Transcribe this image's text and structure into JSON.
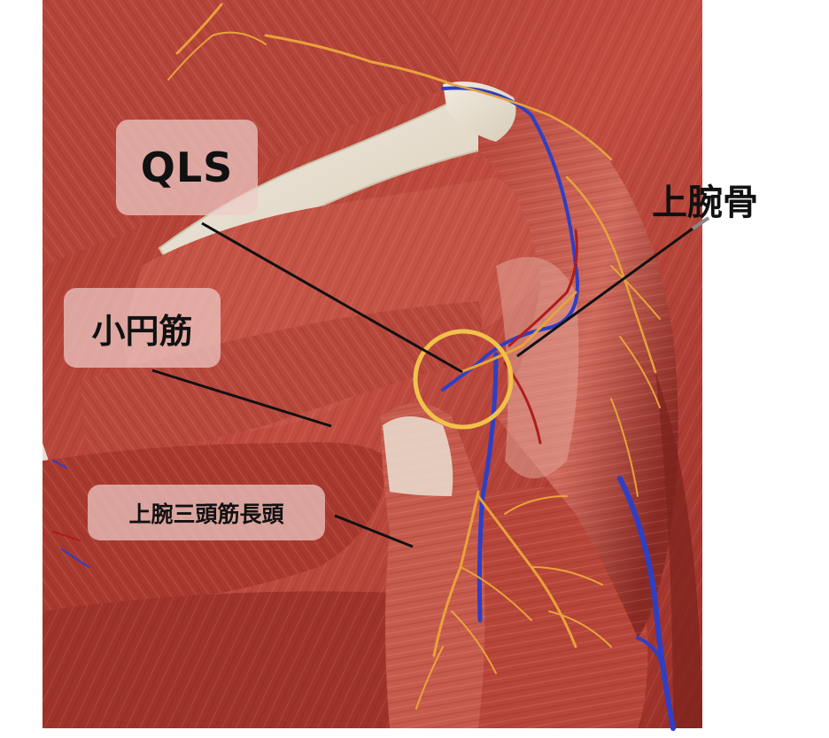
{
  "labels": {
    "qls": "QLS",
    "teres_minor": "小円筋",
    "triceps_long_head": "上腕三頭筋長頭",
    "humerus": "上腕骨"
  },
  "colors": {
    "muscle_dark": "#8e2a25",
    "muscle_mid": "#b8443b",
    "muscle_light": "#d9786b",
    "bone": "#e8e0d2",
    "nerve": "#e8a23a",
    "vein": "#2f3fc4",
    "artery": "#b01c1c",
    "highlight_circle": "#f0c24a",
    "label_box": "#eeccc8",
    "leader_line": "#111111"
  }
}
